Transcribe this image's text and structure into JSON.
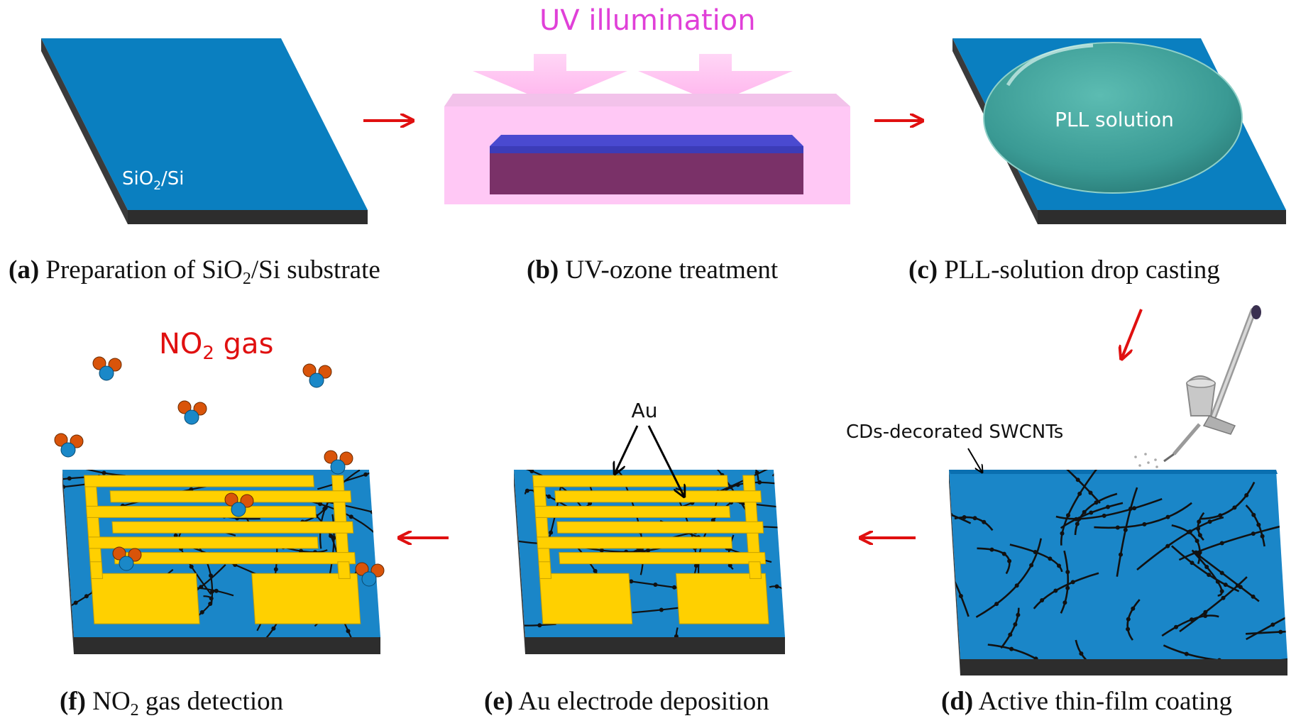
{
  "steps": {
    "a": {
      "letter": "(a)",
      "text_pre": "Preparation of SiO",
      "text_sub": "2",
      "text_post": "/Si substrate",
      "substrate_pre": "SiO",
      "substrate_sub": "2",
      "substrate_post": "/Si"
    },
    "b": {
      "letter": "(b)",
      "text": "UV-ozone treatment",
      "uv_label": "UV illumination"
    },
    "c": {
      "letter": "(c)",
      "text": "PLL-solution drop casting",
      "drop_label": "PLL solution"
    },
    "d": {
      "letter": "(d)",
      "text": "Active thin-film coating",
      "film_label": "CDs-decorated SWCNTs"
    },
    "e": {
      "letter": "(e)",
      "text": "Au electrode deposition",
      "electrode_label": "Au"
    },
    "f": {
      "letter": "(f)",
      "text_pre": "NO",
      "text_sub": "2",
      "text_post": " gas detection",
      "gas_pre": "NO",
      "gas_sub": "2",
      "gas_post": " gas"
    }
  },
  "colors": {
    "substrate_top": "#0a7fc0",
    "substrate_side": "#3a3a3a",
    "uv_chamber": "#ffc8f5",
    "uv_text": "#e040d8",
    "arrow": "#e01010",
    "gold": "#ffd000",
    "oxygen": "#d9540a",
    "nitrogen": "#1a88c8",
    "drop": "#3aa09a",
    "wafer_body": "#7a3168",
    "wafer_top": "#4a4ad0"
  }
}
